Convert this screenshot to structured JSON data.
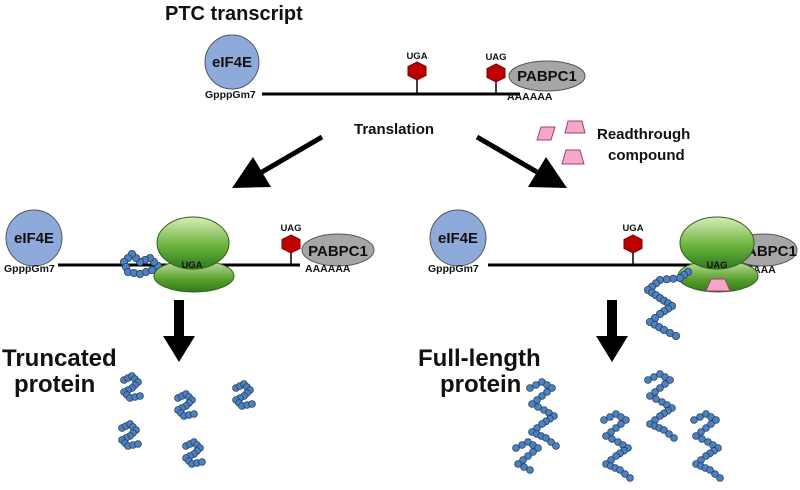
{
  "title": "PTC transcript",
  "translation_label": "Translation",
  "readthrough_label": [
    "Readthrough",
    "compound"
  ],
  "top": {
    "eif4e": "eIF4E",
    "cap": "GpppGm7",
    "uga": "UGA",
    "uag": "UAG",
    "pabpc1": "PABPC1",
    "polya": "AAAAAA"
  },
  "left": {
    "eif4e": "eIF4E",
    "cap": "GpppGm7",
    "ribosome_codon": "UGA",
    "uag": "UAG",
    "pabpc1": "PABPC1",
    "polya": "AAAAAA",
    "result": [
      "Truncated",
      "protein"
    ]
  },
  "right": {
    "eif4e": "eIF4E",
    "cap": "GpppGm7",
    "uga": "UGA",
    "ribosome_codon": "UAG",
    "pabpc1": "PABPC1",
    "polya": "AAA",
    "result": [
      "Full-length",
      "protein"
    ]
  },
  "colors": {
    "eif4e": "#8eaadb",
    "pabpc1": "#a6a6a6",
    "stop": "#c00000",
    "compound": "#f4a7c8",
    "protein_bead": "#4f81bd",
    "ribosome": "#5aa02c"
  }
}
